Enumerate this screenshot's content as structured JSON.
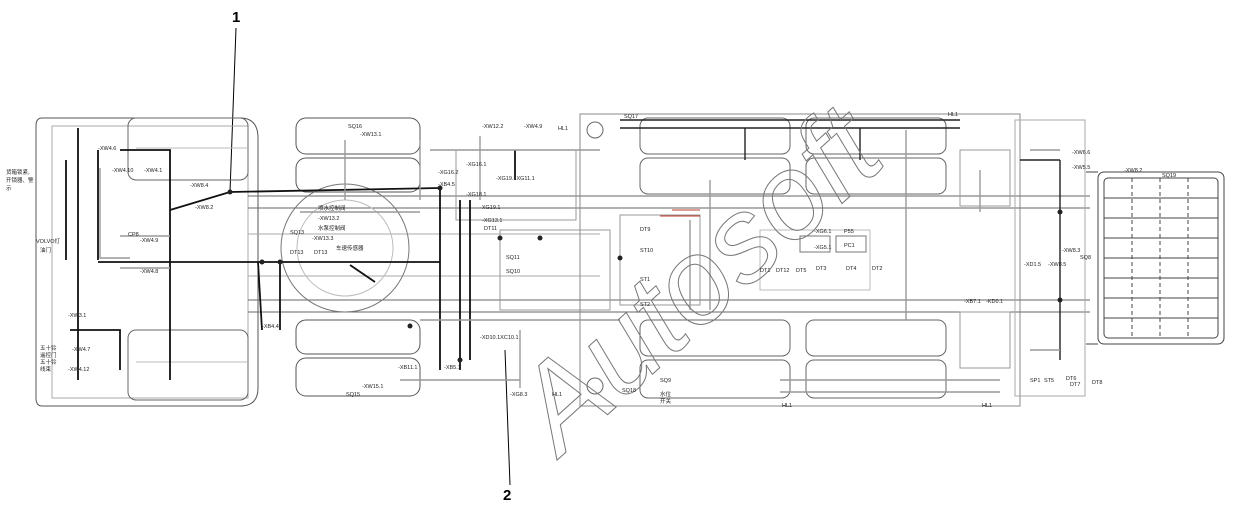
{
  "callouts": {
    "c1": "1",
    "c2": "2"
  },
  "watermark": "Autosoft",
  "left_cab": {
    "l_desc1": "货箱锁紧,",
    "l_desc2": "开锁器、警",
    "l_desc3": "示",
    "volvo": "VOLVO灯",
    "volvo2": "油门",
    "kbd1": "五十铃",
    "kbd2": "遥控门",
    "kbd3": "五十铃",
    "kbd4": "线束"
  },
  "labels": {
    "xw4_6": "-XW4.6",
    "xw4_10": "-XW4.10",
    "xw4_1": "-XW4.1",
    "xw8_4": "-XW8.4",
    "xw8_2": "-XW8.2",
    "cp8": "CP8",
    "xw4_9": "-XW4.9",
    "xw4_8": "-XW4.8",
    "xw3_1": "-XW3.1",
    "xw4_7": "-XW4.7",
    "xw4_12": "-XW4.12",
    "xb4_4": "-XB4.4",
    "sq16": "SQ16",
    "xw13_1": "-XW13.1",
    "xw12_2": "-XW12.2",
    "xw4_9b": "-XW4.9",
    "hl1_top": "HL1",
    "sq17": "SQ17",
    "hl1_tr": "HL1",
    "xg16_2": "-XG16.2",
    "xb4_5": "-XB4.5",
    "xg16_1": "-XG16.1",
    "xg19": "-XG19.1XG11.1",
    "xg18_1": "-XG18.1",
    "xg19_1": "-XG19.1",
    "xg13_1": "-XG13.1",
    "dt11": "DT11",
    "sq_block1": "喷水控制阀",
    "xw13_2": "-XW13.2",
    "sq13": "SQ13",
    "sq_block2": "水泵控制阀",
    "xw13_3": "-XW13.3",
    "dt13": "DT13",
    "dt13b": "DT13",
    "sq_block3": "车速传感器",
    "sq11": "SQ11",
    "sq10": "SQ10",
    "st10": "ST10",
    "dt9": "DT9",
    "st1": "ST1",
    "st2": "ST2",
    "xg6_1": "-XG6.1",
    "p55": "P55",
    "xg5_1": "-XG5.1",
    "pc1": "PC1",
    "dt1": "DT1",
    "dt12": "DT12",
    "dt5": "DT5",
    "dt3": "DT3",
    "dt4": "DT4",
    "dt2": "DT2",
    "xw8_3": "-XW8.3",
    "sq8": "SQ8",
    "xd1_5": "-XD1.5",
    "xw8_5": "-XW8.5",
    "xb7_1": "-XB7.1",
    "kd0_1": "-KD0.1",
    "xd10": "-XD10.1XC10.1",
    "xb11": "-XB11.1",
    "xb5": "-XB5.1",
    "xg8_3": "-XG8.3",
    "hl1_bot": "HL1",
    "sq15": "SQ15",
    "xw15_1": "-XW15.1",
    "sq18": "SQ18",
    "sq9": "SQ9",
    "sq9_desc1": "水位",
    "sq9_desc2": "开关",
    "hl1_bl": "HL1",
    "hl1_br": "HL1",
    "sp1": "SP1",
    "st5": "ST5",
    "dt6": "DT6",
    "dt7": "DT7",
    "dt8": "DT8",
    "xw6_6": "-XW6.6",
    "xw5_5": "-XW5.5",
    "xw8_2b": "-XW8.2",
    "sq19": "SQ19"
  }
}
